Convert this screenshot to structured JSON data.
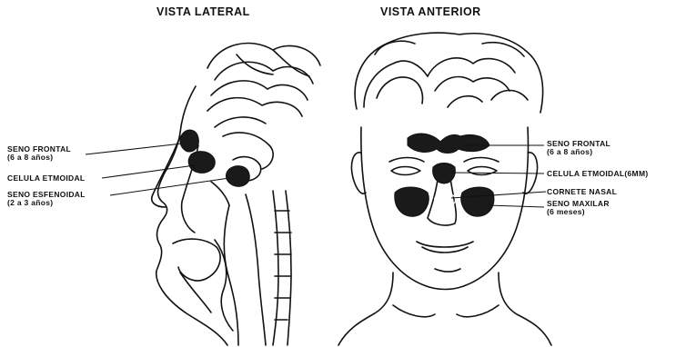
{
  "views": {
    "lateral_title": "VISTA LATERAL",
    "anterior_title": "VISTA ANTERIOR"
  },
  "lateral_labels": {
    "seno_frontal": "SENO FRONTAL",
    "seno_frontal_age": "(6 a 8 años)",
    "celula_etmoidal": "CELULA ETMOIDAL",
    "seno_esfenoidal": "SENO ESFENOIDAL",
    "seno_esfenoidal_age": "(2 a 3 años)"
  },
  "anterior_labels": {
    "seno_frontal": "SENO FRONTAL",
    "seno_frontal_age": "(6 a 8 años)",
    "celula_etmoidal": "CELULA ETMOIDAL(6MM)",
    "cornete_nasal": "CORNETE NASAL",
    "seno_maxilar": "SENO MAXILAR",
    "seno_maxilar_age": "(6 meses)"
  },
  "colors": {
    "ink": "#111111",
    "sinus_fill": "#1a1a1a",
    "background": "#ffffff"
  }
}
